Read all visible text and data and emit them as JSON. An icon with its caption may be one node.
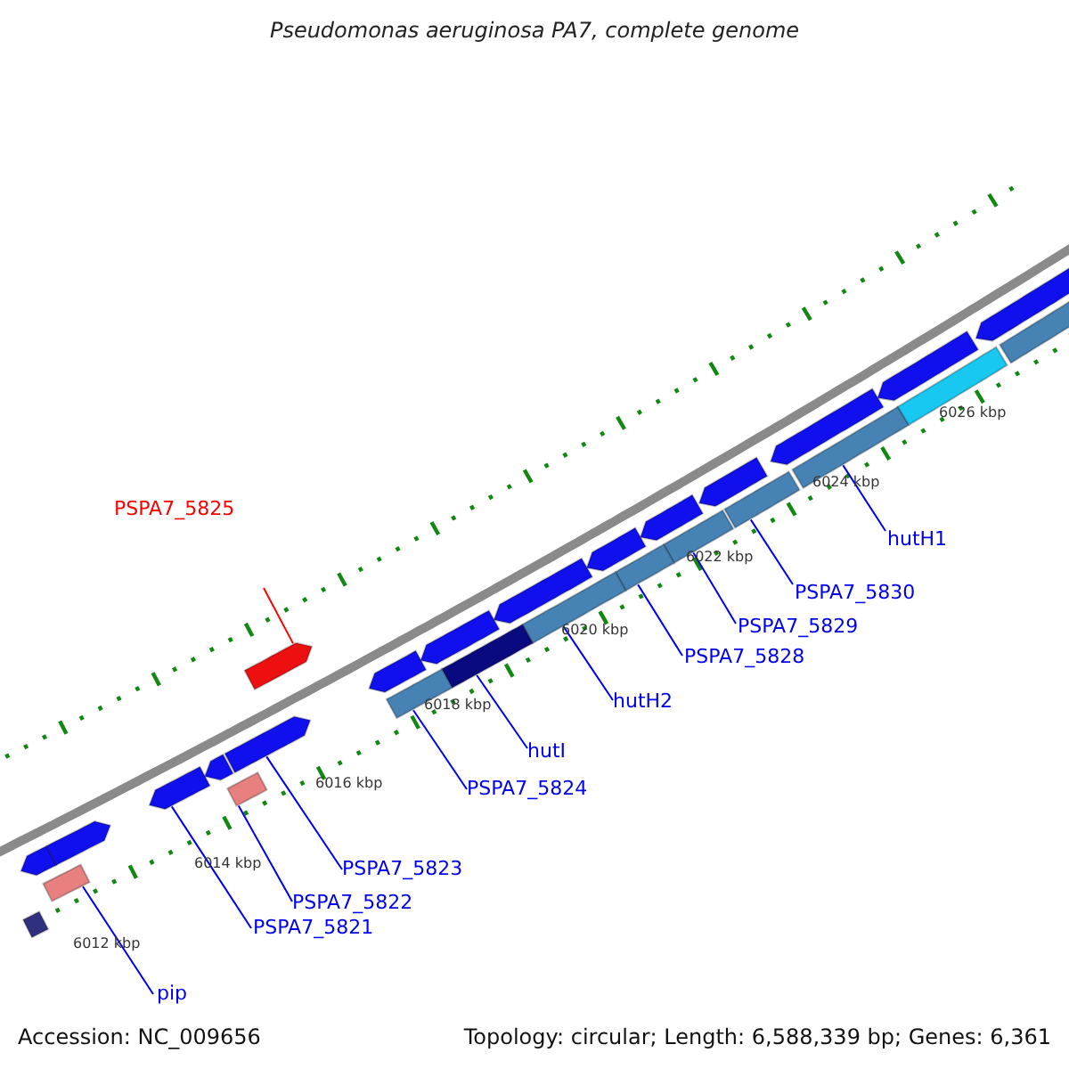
{
  "diagram": {
    "title": "Pseudomonas aeruginosa PA7, complete genome",
    "nodes": [
      {
        "text": [
          "PSPA7_5825"
        ]
      },
      {
        "text": [
          "hutH1"
        ]
      },
      {
        "text": [
          "PSPA7_5830"
        ]
      },
      {
        "text": [
          "PSPA7_5829"
        ]
      },
      {
        "text": [
          "PSPA7_5828"
        ]
      },
      {
        "text": [
          "hutH2"
        ]
      },
      {
        "text": [
          "hutI"
        ]
      },
      {
        "text": [
          "PSPA7_5824"
        ]
      },
      {
        "text": [
          "PSPA7_5823"
        ]
      },
      {
        "text": [
          "PSPA7_5822"
        ]
      },
      {
        "text": [
          "PSPA7_5821"
        ]
      },
      {
        "text": [
          "pip"
        ]
      },
      {
        "text": [],
        "shape": "bar"
      },
      {
        "text": [],
        "shape": "bar"
      },
      {
        "text": [],
        "shape": "bar"
      },
      {
        "text": [],
        "shape": "bar"
      },
      {
        "text": [],
        "shape": "bar"
      },
      {
        "text": [],
        "shape": "bar"
      },
      {
        "text": [],
        "shape": "bar"
      },
      {
        "text": [],
        "shape": "bar"
      },
      {
        "text": [],
        "shape": "bar"
      },
      {
        "text": [],
        "shape": "bar"
      },
      {
        "text": [],
        "shape": "bar"
      },
      {
        "text": [],
        "shape": "bar"
      },
      {
        "text": [],
        "shape": "bar"
      },
      {
        "text": [],
        "shape": "bar"
      },
      {
        "text": [],
        "shape": "bar"
      },
      {
        "text": [],
        "shape": "bar"
      },
      {
        "text": [],
        "shape": "bar"
      },
      {
        "text": [],
        "shape": "bar"
      },
      {
        "text": [],
        "shape": "bar"
      },
      {
        "text": [],
        "shape": "bar"
      },
      {
        "text": [],
        "shape": "bar"
      },
      {
        "text": [],
        "shape": "bar"
      },
      {
        "text": [],
        "shape": "bar"
      },
      {
        "text": [],
        "shape": "bar"
      },
      {
        "text": [],
        "shape": "bar"
      },
      {
        "text": [],
        "shape": "bar"
      },
      {
        "text": [],
        "shape": "bar"
      }
    ],
    "edges": [
      {
        "from": 0,
        "to": 12,
        "arrow": "none",
        "color": "#ff0000"
      },
      {
        "from": 1,
        "to": 13,
        "arrow": "none"
      },
      {
        "from": 2,
        "to": 14,
        "arrow": "none"
      },
      {
        "from": 3,
        "to": 15,
        "arrow": "none"
      },
      {
        "from": 4,
        "to": 16,
        "arrow": "none"
      },
      {
        "from": 5,
        "to": 17,
        "arrow": "none"
      },
      {
        "from": 6,
        "to": 18,
        "arrow": "none"
      },
      {
        "from": 7,
        "to": 19,
        "arrow": "none"
      },
      {
        "from": 8,
        "to": 20,
        "arrow": "none"
      },
      {
        "from": 9,
        "to": 21,
        "arrow": "none"
      },
      {
        "from": 10,
        "to": 22,
        "arrow": "none"
      },
      {
        "from": 11,
        "to": 23,
        "arrow": "none"
      }
    ],
    "labels": [
      "6026 kbp",
      "6024 kbp",
      "6022 kbp",
      "6020 kbp",
      "6018 kbp",
      "6016 kbp",
      "6014 kbp",
      "6012 kbp",
      "Accession: NC_009656",
      "Topology: circular; Length: 6,588,339 bp; Genes: 6,361"
    ]
  }
}
